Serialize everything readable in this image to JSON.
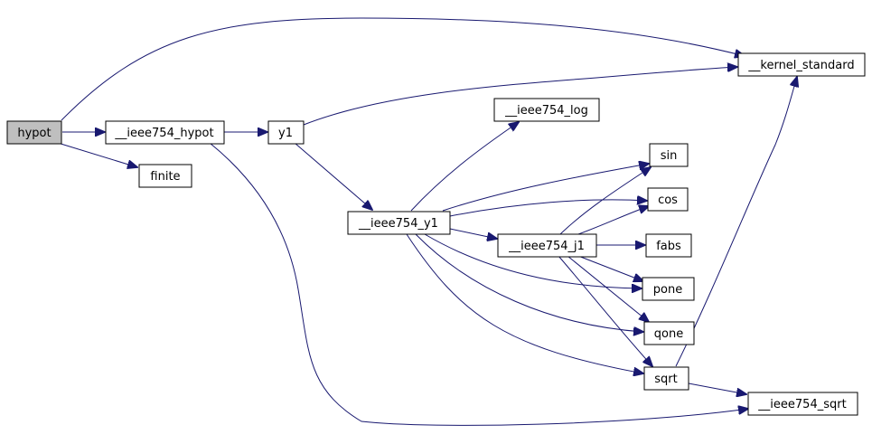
{
  "nodes": {
    "hypot": "hypot",
    "ieee754_hypot": "__ieee754_hypot",
    "finite": "finite",
    "y1": "y1",
    "kernel_standard": "__kernel_standard",
    "ieee754_log": "__ieee754_log",
    "ieee754_y1": "__ieee754_y1",
    "sin": "sin",
    "cos": "cos",
    "ieee754_j1": "__ieee754_j1",
    "fabs": "fabs",
    "pone": "pone",
    "qone": "qone",
    "sqrt": "sqrt",
    "ieee754_sqrt": "__ieee754_sqrt"
  },
  "edges": [
    {
      "from": "hypot",
      "to": "ieee754_hypot"
    },
    {
      "from": "hypot",
      "to": "finite"
    },
    {
      "from": "hypot",
      "to": "kernel_standard"
    },
    {
      "from": "ieee754_hypot",
      "to": "y1"
    },
    {
      "from": "ieee754_hypot",
      "to": "ieee754_sqrt"
    },
    {
      "from": "y1",
      "to": "kernel_standard"
    },
    {
      "from": "y1",
      "to": "ieee754_y1"
    },
    {
      "from": "ieee754_y1",
      "to": "ieee754_log"
    },
    {
      "from": "ieee754_y1",
      "to": "sin"
    },
    {
      "from": "ieee754_y1",
      "to": "cos"
    },
    {
      "from": "ieee754_y1",
      "to": "ieee754_j1"
    },
    {
      "from": "ieee754_y1",
      "to": "pone"
    },
    {
      "from": "ieee754_y1",
      "to": "qone"
    },
    {
      "from": "ieee754_y1",
      "to": "sqrt"
    },
    {
      "from": "ieee754_j1",
      "to": "sin"
    },
    {
      "from": "ieee754_j1",
      "to": "cos"
    },
    {
      "from": "ieee754_j1",
      "to": "fabs"
    },
    {
      "from": "ieee754_j1",
      "to": "pone"
    },
    {
      "from": "ieee754_j1",
      "to": "qone"
    },
    {
      "from": "ieee754_j1",
      "to": "sqrt"
    },
    {
      "from": "sqrt",
      "to": "kernel_standard"
    },
    {
      "from": "sqrt",
      "to": "ieee754_sqrt"
    }
  ],
  "colors": {
    "edge": "#191970",
    "root_fill": "#bfbfbf",
    "node_fill": "#ffffff",
    "node_border": "#000000"
  }
}
